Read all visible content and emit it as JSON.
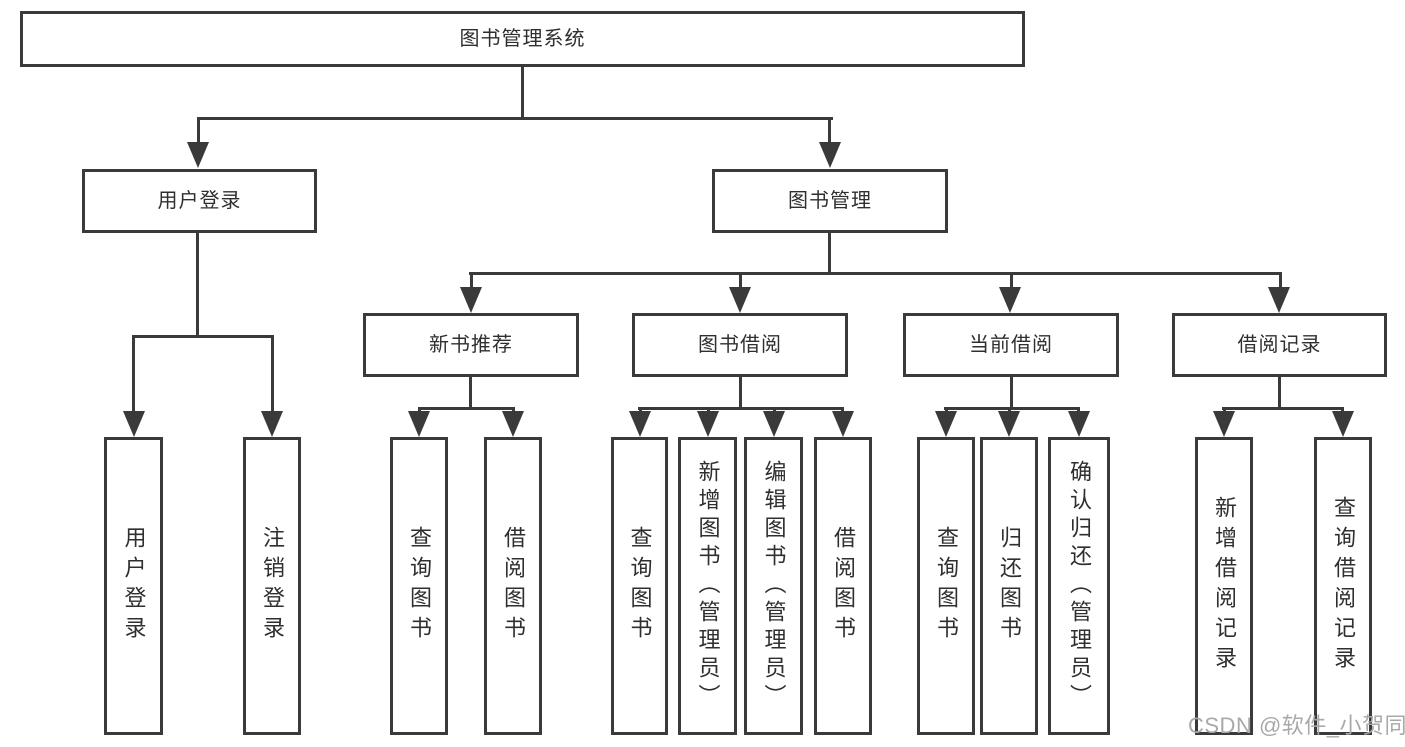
{
  "diagram": {
    "root": {
      "label": "图书管理系统"
    },
    "user_login_branch": {
      "label": "用户登录",
      "children": {
        "login": "用户登录",
        "logout": "注销登录"
      }
    },
    "book_mgmt_branch": {
      "label": "图书管理",
      "sections": {
        "new_book_rec": {
          "label": "新书推荐",
          "children": {
            "query_book": "查询图书",
            "borrow_book": "借阅图书"
          }
        },
        "book_borrow": {
          "label": "图书借阅",
          "children": {
            "query_book": "查询图书",
            "add_book": "新增图书（管理员）",
            "edit_book": "编辑图书（管理员）",
            "borrow_book": "借阅图书"
          }
        },
        "current_borrow": {
          "label": "当前借阅",
          "children": {
            "query_book": "查询图书",
            "return_book": "归还图书",
            "confirm_return": "确认归还（管理员）"
          }
        },
        "borrow_records": {
          "label": "借阅记录",
          "children": {
            "add_record": "新增借阅记录",
            "query_record": "查询借阅记录"
          }
        }
      }
    }
  },
  "watermark": {
    "text": "CSDN @软件_小贺同学"
  },
  "colors": {
    "line": "#3a3a3a",
    "text": "#2f2f2f",
    "watermark": "#a9a9a9",
    "background": "#ffffff"
  }
}
